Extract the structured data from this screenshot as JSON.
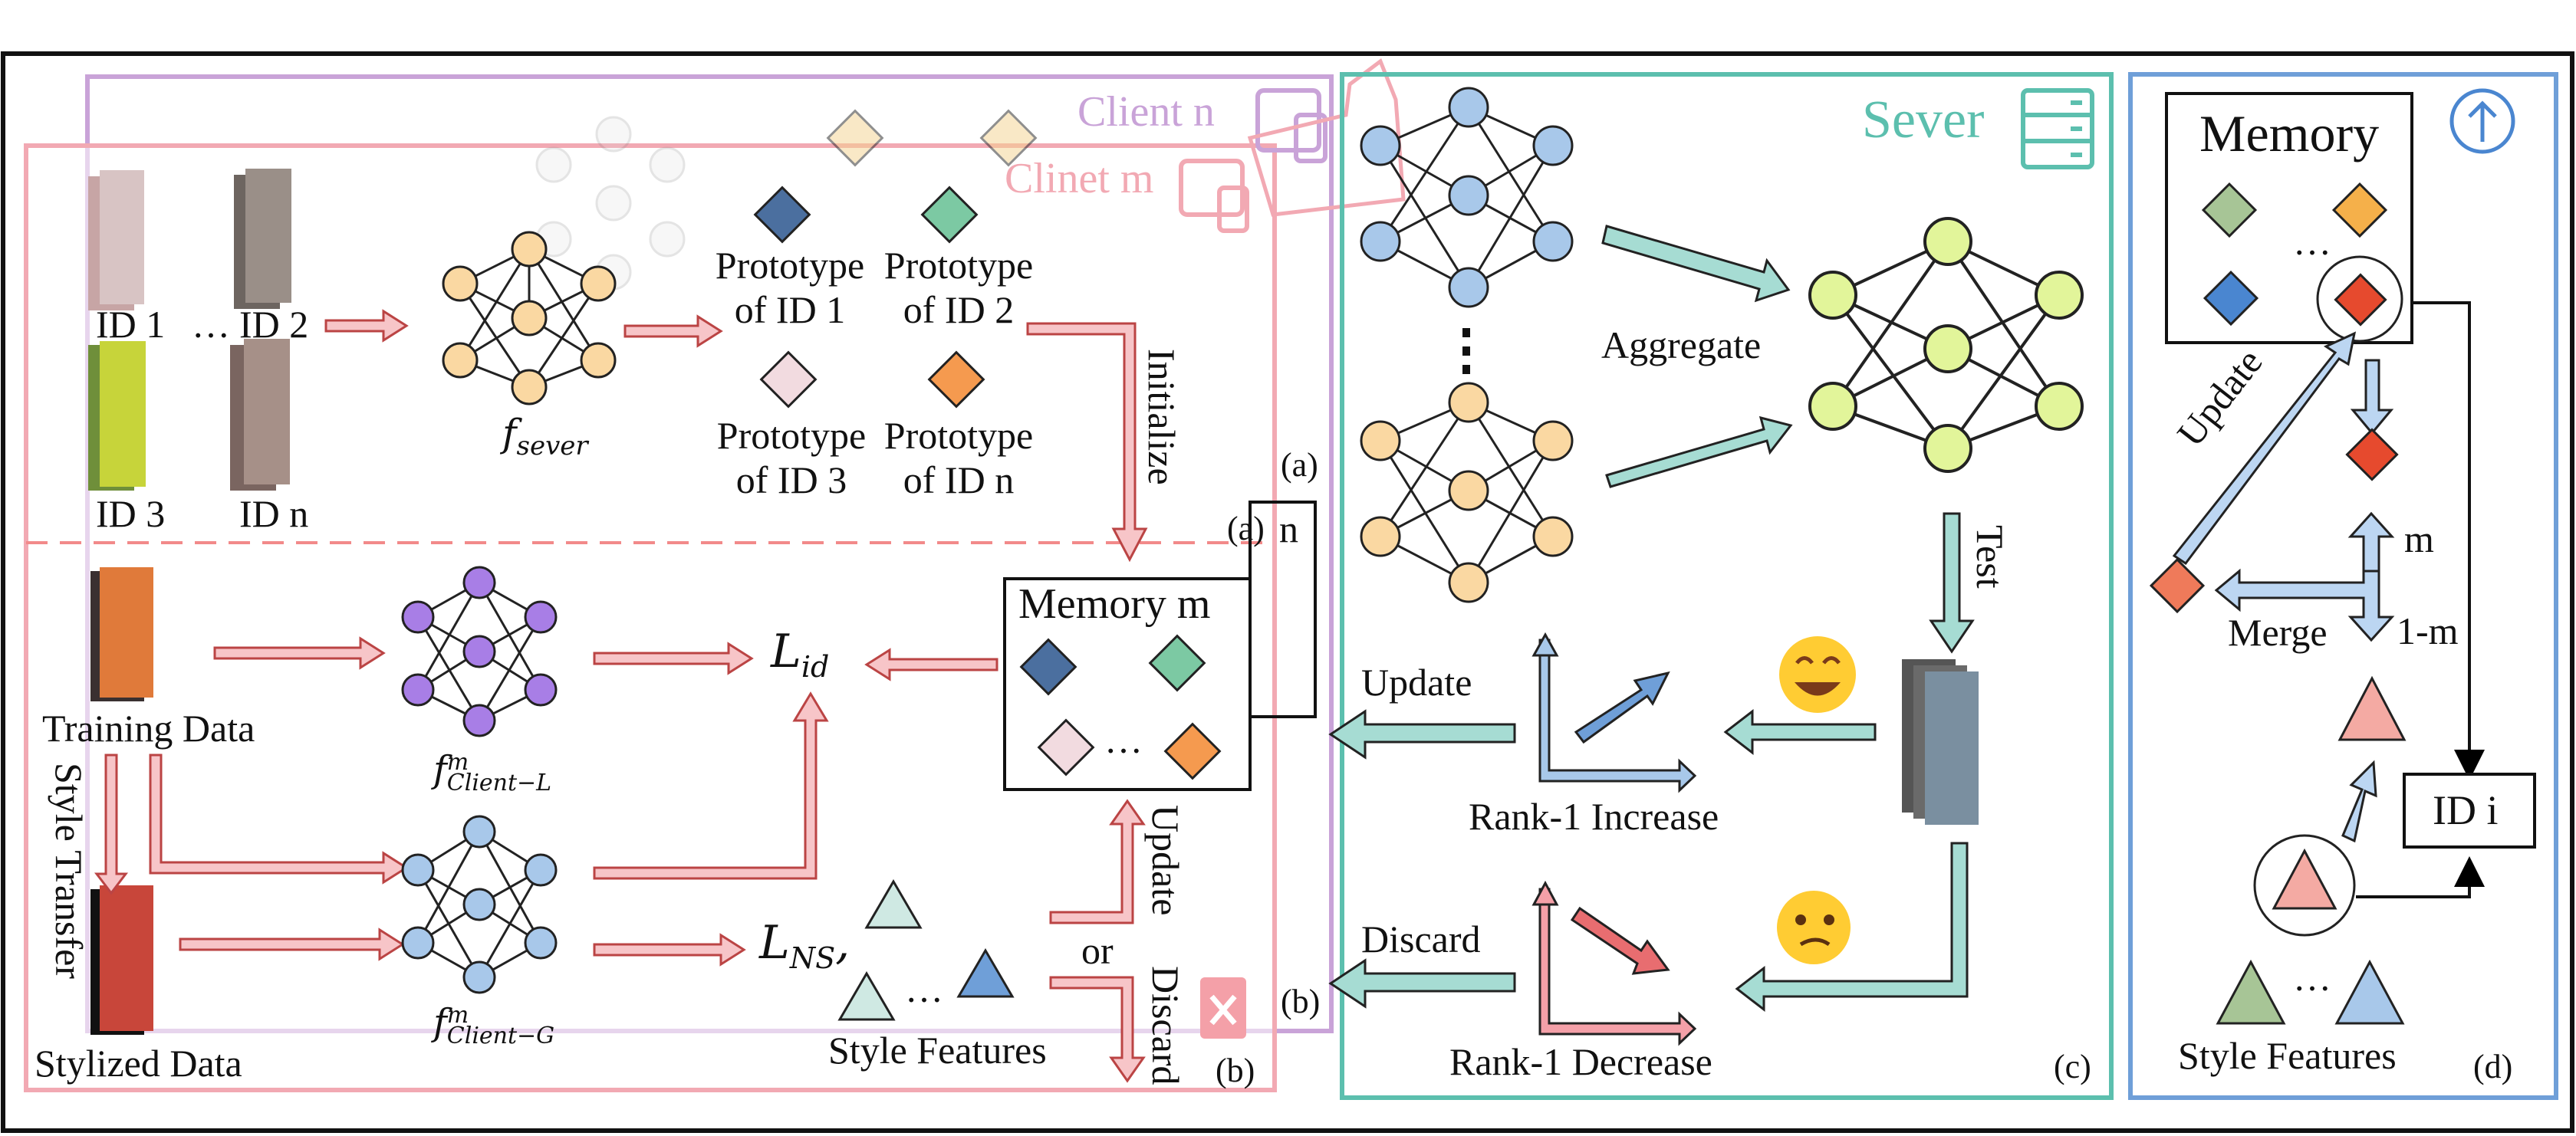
{
  "colors": {
    "client_pink": "#f2a9b3",
    "client_purple": "#c9a3d8",
    "server_teal": "#5cbfae",
    "panel_d_blue": "#6f9fd8",
    "arrow_pink": "#f7c5c8",
    "arrow_teal": "#a6dcd3",
    "arrow_blue": "#bcd6f2",
    "node_orange": "#fad8a2",
    "node_purple": "#a87ee6",
    "node_blue": "#a8c8ea",
    "node_green": "#e2f59a"
  },
  "icons": [
    "device-icon",
    "storage-server-icon",
    "upload-icon",
    "smile-emoji-icon",
    "worried-emoji-icon",
    "trash-icon"
  ],
  "panel_a": {
    "client_n": "Client n",
    "client_m": "Clinet m",
    "ids": [
      "ID 1",
      "ID 2",
      "ID 3",
      "ID n"
    ],
    "dots": "…",
    "fsever": "f",
    "fsever_sub": "sever",
    "prototypes": [
      "Prototype\nof ID 1",
      "Prototype\nof ID 2",
      "Prototype\nof ID 3",
      "Prototype\nof ID n"
    ],
    "initialize": "Initialize",
    "label": "(a)"
  },
  "panel_b": {
    "training": "Training Data",
    "style_transfer": "Style Transfer",
    "stylized": "Stylized Data",
    "f_client_l": "f",
    "f_client_l_sup": "m",
    "f_client_l_sub": "Client−L",
    "f_client_g": "f",
    "f_client_g_sup": "m",
    "f_client_g_sub": "Client−G",
    "lid": "L",
    "lid_sub": "id",
    "lns": "L",
    "lns_sub": "NS",
    "lns_comma": ",",
    "memory": "Memory m",
    "memory_n": "n",
    "update": "Update",
    "or": "or",
    "discard": "Discard",
    "style_features": "Style Features",
    "label": "(b)"
  },
  "panel_c": {
    "title": "Sever",
    "aggregate": "Aggregate",
    "test": "Test",
    "update": "Update",
    "discard": "Discard",
    "increase": "Rank-1 Increase",
    "decrease": "Rank-1 Decrease",
    "label": "(c)"
  },
  "panel_d": {
    "memory": "Memory",
    "update": "Update",
    "m": "m",
    "one_minus_m": "1-m",
    "merge": "Merge",
    "id_i": "ID i",
    "style_features": "Style Features",
    "label": "(d)"
  }
}
